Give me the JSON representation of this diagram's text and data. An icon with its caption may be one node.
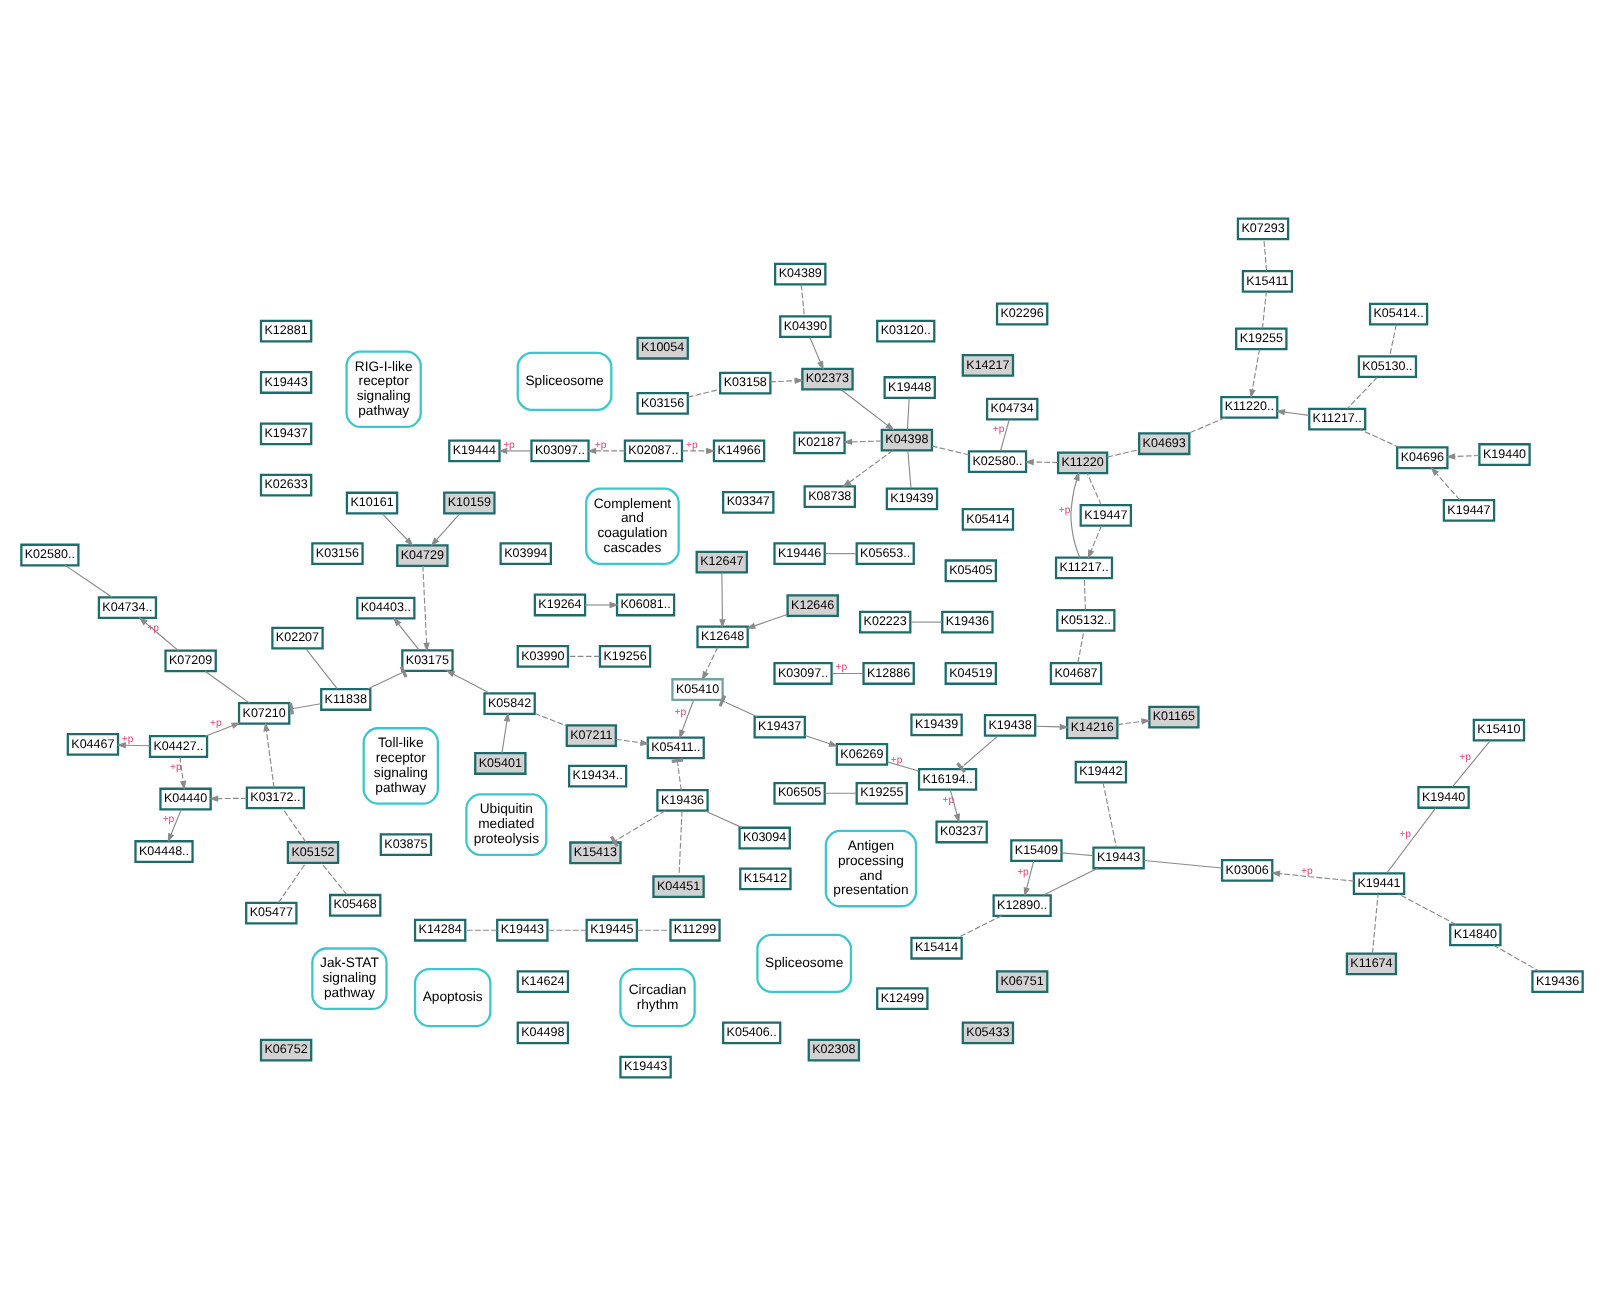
{
  "diagram": {
    "nodes": [
      {
        "text": [
          "K05468"
        ]
      },
      {
        "text": [
          "K05477"
        ]
      },
      {
        "text": [
          "K05152"
        ]
      },
      {
        "text": [
          "K06081.."
        ]
      },
      {
        "text": [
          "K03172.."
        ]
      },
      {
        "text": [
          "K19434.."
        ]
      },
      {
        "text": [
          "K19264"
        ]
      },
      {
        "text": [
          "K19255"
        ]
      },
      {
        "text": [
          "K19256"
        ]
      },
      {
        "text": [
          "K15411"
        ]
      },
      {
        "text": [
          "K07293"
        ]
      },
      {
        "text": [
          "K03990"
        ]
      },
      {
        "text": [
          "K10159"
        ]
      },
      {
        "text": [
          "K04729"
        ]
      },
      {
        "text": [
          "K10161"
        ]
      },
      {
        "text": [
          "K05401"
        ]
      },
      {
        "text": [
          "K03994"
        ]
      },
      {
        "text": [
          "K15412"
        ]
      },
      {
        "text": [
          "Complement and coagulation cascades"
        ]
      },
      {
        "text": [
          "K03175"
        ]
      },
      {
        "text": [
          "K05842"
        ]
      },
      {
        "text": [
          "K04440"
        ]
      },
      {
        "text": [
          "K04448.."
        ]
      },
      {
        "text": [
          "K07209"
        ]
      },
      {
        "text": [
          "K04467"
        ]
      },
      {
        "text": [
          "K07210"
        ]
      },
      {
        "text": [
          "K04734.."
        ]
      },
      {
        "text": [
          "K02580.."
        ]
      },
      {
        "text": [
          "K04427.."
        ]
      },
      {
        "text": [
          "K04403.."
        ]
      },
      {
        "text": [
          "K11838"
        ]
      },
      {
        "text": [
          "K19436"
        ]
      },
      {
        "text": [
          "K03094"
        ]
      },
      {
        "text": [
          "K03347"
        ]
      },
      {
        "text": [
          "K02207"
        ]
      },
      {
        "text": [
          "K03875"
        ]
      },
      {
        "text": [
          "Toll-like receptor signaling pathway"
        ]
      },
      {
        "text": [
          "K07211"
        ]
      },
      {
        "text": [
          "K05411.."
        ]
      },
      {
        "text": [
          "K12646"
        ]
      },
      {
        "text": [
          "K12647"
        ]
      },
      {
        "text": [
          "K12648"
        ]
      },
      {
        "text": [
          "K05410"
        ]
      },
      {
        "text": [
          "K19437"
        ]
      },
      {
        "text": [
          "K06269"
        ]
      },
      {
        "text": [
          "K16194.."
        ]
      },
      {
        "text": [
          "K03237"
        ]
      },
      {
        "text": [
          "K19438"
        ]
      },
      {
        "text": [
          "K14216"
        ]
      },
      {
        "text": [
          "K01165"
        ]
      },
      {
        "text": [
          "Ubiquitin mediated proteolysis"
        ]
      },
      {
        "text": [
          "RIG-I-like receptor signaling pathway"
        ]
      },
      {
        "text": [
          "K14840"
        ]
      },
      {
        "text": [
          "K11674"
        ]
      },
      {
        "text": [
          "K19436"
        ]
      },
      {
        "text": [
          "K15410"
        ]
      },
      {
        "text": [
          "K19441"
        ]
      },
      {
        "text": [
          "K19439"
        ]
      },
      {
        "text": [
          "K19440"
        ]
      },
      {
        "text": [
          "K03097.."
        ]
      },
      {
        "text": [
          "K02087.."
        ]
      },
      {
        "text": [
          "K19444"
        ]
      },
      {
        "text": [
          "K14966"
        ]
      },
      {
        "text": [
          "K14624"
        ]
      },
      {
        "text": [
          "K12499"
        ]
      },
      {
        "text": [
          "K03156"
        ]
      },
      {
        "text": [
          "K04519"
        ]
      },
      {
        "text": [
          "K05405"
        ]
      },
      {
        "text": [
          "K05406.."
        ]
      },
      {
        "text": [
          "K05433"
        ]
      },
      {
        "text": [
          "K05414"
        ]
      },
      {
        "text": [
          "K14217"
        ]
      },
      {
        "text": [
          "K15409"
        ]
      },
      {
        "text": [
          "K12890.."
        ]
      },
      {
        "text": [
          "Spliceosome"
        ]
      },
      {
        "text": [
          "K19442"
        ]
      },
      {
        "text": [
          "K19443"
        ]
      },
      {
        "text": [
          "K03006"
        ]
      },
      {
        "text": [
          "K10054"
        ]
      },
      {
        "text": [
          "K15413"
        ]
      },
      {
        "text": [
          "K04498"
        ]
      },
      {
        "text": [
          "K04451"
        ]
      },
      {
        "text": [
          "K02308"
        ]
      },
      {
        "text": [
          "K19445"
        ]
      },
      {
        "text": [
          "K03120.."
        ]
      },
      {
        "text": [
          "K11299"
        ]
      },
      {
        "text": [
          "K19443"
        ]
      },
      {
        "text": [
          "K12881"
        ]
      },
      {
        "text": [
          "K14284"
        ]
      },
      {
        "text": [
          "Spliceosome"
        ]
      },
      {
        "text": [
          "K15414"
        ]
      },
      {
        "text": [
          "K12886"
        ]
      },
      {
        "text": [
          "K03097.."
        ]
      },
      {
        "text": [
          "K19443"
        ]
      },
      {
        "text": [
          "K19437"
        ]
      },
      {
        "text": [
          "K02633"
        ]
      },
      {
        "text": [
          "Circadian rhythm"
        ]
      },
      {
        "text": [
          "K19255"
        ]
      },
      {
        "text": [
          "K06505"
        ]
      },
      {
        "text": [
          "K06752"
        ]
      },
      {
        "text": [
          "Antigen processing and presentation"
        ]
      },
      {
        "text": [
          "K19443"
        ]
      },
      {
        "text": [
          "K04696"
        ]
      },
      {
        "text": [
          "K19447"
        ]
      },
      {
        "text": [
          "K19440"
        ]
      },
      {
        "text": [
          "Jak-STAT signaling pathway"
        ]
      },
      {
        "text": [
          "K05414.."
        ]
      },
      {
        "text": [
          "K04687"
        ]
      },
      {
        "text": [
          "K05130.."
        ]
      },
      {
        "text": [
          "K05132.."
        ]
      },
      {
        "text": [
          "K11217.."
        ]
      },
      {
        "text": [
          "K11217.."
        ]
      },
      {
        "text": [
          "K11220.."
        ]
      },
      {
        "text": [
          "K11220"
        ]
      },
      {
        "text": [
          "K04693"
        ]
      },
      {
        "text": [
          "K05653.."
        ]
      },
      {
        "text": [
          "K19446"
        ]
      },
      {
        "text": [
          "K06751"
        ]
      },
      {
        "text": [
          "K19447"
        ]
      },
      {
        "text": [
          "K19448"
        ]
      },
      {
        "text": [
          "K19439"
        ]
      },
      {
        "text": [
          "K02187"
        ]
      },
      {
        "text": [
          "K04389"
        ]
      },
      {
        "text": [
          "K04390"
        ]
      },
      {
        "text": [
          "K03156"
        ]
      },
      {
        "text": [
          "K03158"
        ]
      },
      {
        "text": [
          "K02373"
        ]
      },
      {
        "text": [
          "K04398"
        ]
      },
      {
        "text": [
          "K08738"
        ]
      },
      {
        "text": [
          "Apoptosis"
        ]
      },
      {
        "text": [
          "K02580.."
        ]
      },
      {
        "text": [
          "K04734"
        ]
      },
      {
        "text": [
          "K19436"
        ]
      },
      {
        "text": [
          "K02296"
        ]
      },
      {
        "text": [
          "K02223"
        ]
      }
    ],
    "edges": [
      {
        "from": 0,
        "to": 2,
        "arrow": "none",
        "style": "dashed"
      },
      {
        "from": 1,
        "to": 2,
        "arrow": "none",
        "style": "dashed"
      },
      {
        "from": 2,
        "to": 4,
        "arrow": "none",
        "style": "dashed"
      },
      {
        "from": 4,
        "to": 21,
        "arrow": "to",
        "style": "dashed"
      },
      {
        "from": 4,
        "to": 25,
        "arrow": "to",
        "style": "dashed"
      },
      {
        "from": 6,
        "to": 3,
        "arrow": "to"
      },
      {
        "from": 7,
        "to": 9,
        "arrow": "none",
        "style": "dashed"
      },
      {
        "from": 9,
        "to": 10,
        "arrow": "none",
        "style": "dashed"
      },
      {
        "from": 8,
        "to": 11,
        "arrow": "none",
        "style": "dashed"
      },
      {
        "from": 7,
        "to": 112,
        "arrow": "to",
        "style": "dashed"
      },
      {
        "from": 12,
        "to": 13,
        "arrow": "to"
      },
      {
        "from": 14,
        "to": 13,
        "arrow": "to"
      },
      {
        "from": 15,
        "to": 20,
        "arrow": "to"
      },
      {
        "from": 13,
        "to": 19,
        "arrow": "to",
        "style": "dashed"
      },
      {
        "from": 30,
        "to": 19,
        "arrow": "other"
      },
      {
        "from": 20,
        "to": 19,
        "arrow": "to"
      },
      {
        "from": 19,
        "to": 29,
        "arrow": "to"
      },
      {
        "from": 20,
        "to": 37,
        "arrow": "none",
        "style": "dashed"
      },
      {
        "from": 37,
        "to": 38,
        "arrow": "to",
        "style": "dashed"
      },
      {
        "from": 42,
        "to": 38,
        "arrow": "to",
        "label": "+p"
      },
      {
        "from": 39,
        "to": 41,
        "arrow": "to"
      },
      {
        "from": 40,
        "to": 41,
        "arrow": "to"
      },
      {
        "from": 41,
        "to": 42,
        "arrow": "to",
        "style": "dashed"
      },
      {
        "from": 43,
        "to": 42,
        "arrow": "other"
      },
      {
        "from": 43,
        "to": 44,
        "arrow": "to"
      },
      {
        "from": 45,
        "to": 44,
        "arrow": "none",
        "label": "+p"
      },
      {
        "from": 45,
        "to": 46,
        "arrow": "to",
        "label": "+p"
      },
      {
        "from": 47,
        "to": 45,
        "arrow": "other"
      },
      {
        "from": 47,
        "to": 48,
        "arrow": "to"
      },
      {
        "from": 48,
        "to": 49,
        "arrow": "to",
        "style": "dashed"
      },
      {
        "from": 21,
        "to": 22,
        "arrow": "to",
        "label": "+p"
      },
      {
        "from": 28,
        "to": 21,
        "arrow": "to",
        "style": "dashed",
        "label": "+p"
      },
      {
        "from": 28,
        "to": 24,
        "arrow": "to",
        "label": "+p"
      },
      {
        "from": 28,
        "to": 25,
        "arrow": "to",
        "label": "+p"
      },
      {
        "from": 23,
        "to": 26,
        "arrow": "to",
        "label": "+p"
      },
      {
        "from": 23,
        "to": 25,
        "arrow": "none"
      },
      {
        "from": 26,
        "to": 27,
        "arrow": "none"
      },
      {
        "from": 30,
        "to": 25,
        "arrow": "other"
      },
      {
        "from": 30,
        "to": 34,
        "arrow": "none"
      },
      {
        "from": 31,
        "to": 32,
        "arrow": "none"
      },
      {
        "from": 31,
        "to": 38,
        "arrow": "other",
        "style": "dashed"
      },
      {
        "from": 31,
        "to": 79,
        "arrow": "other",
        "style": "dashed"
      },
      {
        "from": 52,
        "to": 56,
        "arrow": "none",
        "style": "dashed"
      },
      {
        "from": 31,
        "to": 81,
        "arrow": "none",
        "style": "dashed"
      },
      {
        "from": 52,
        "to": 54,
        "arrow": "none",
        "style": "dashed"
      },
      {
        "from": 55,
        "to": 58,
        "arrow": "none",
        "label": "+p"
      },
      {
        "from": 53,
        "to": 56,
        "arrow": "none",
        "style": "dashed"
      },
      {
        "from": 56,
        "to": 77,
        "arrow": "to",
        "style": "dashed",
        "label": "+p"
      },
      {
        "from": 58,
        "to": 56,
        "arrow": "none",
        "label": "+p"
      },
      {
        "from": 72,
        "to": 73,
        "arrow": "to",
        "label": "+p"
      },
      {
        "from": 72,
        "to": 76,
        "arrow": "none"
      },
      {
        "from": 73,
        "to": 76,
        "arrow": "none"
      },
      {
        "from": 75,
        "to": 76,
        "arrow": "none",
        "style": "dashed"
      },
      {
        "from": 76,
        "to": 77,
        "arrow": "none"
      },
      {
        "from": 73,
        "to": 90,
        "arrow": "none",
        "style": "dashed"
      },
      {
        "from": 83,
        "to": 85,
        "arrow": "none",
        "style": "dashed"
      },
      {
        "from": 83,
        "to": 86,
        "arrow": "none",
        "style": "dashed"
      },
      {
        "from": 86,
        "to": 88,
        "arrow": "none",
        "style": "dashed"
      },
      {
        "from": 91,
        "to": 92,
        "arrow": "none",
        "label": "+p"
      },
      {
        "from": 59,
        "to": 61,
        "arrow": "to",
        "label": "+p"
      },
      {
        "from": 60,
        "to": 59,
        "arrow": "to",
        "style": "dashed",
        "label": "+p"
      },
      {
        "from": 60,
        "to": 62,
        "arrow": "to",
        "style": "dashed",
        "label": "+p"
      },
      {
        "from": 97,
        "to": 98,
        "arrow": "none"
      },
      {
        "from": 103,
        "to": 102,
        "arrow": "to",
        "style": "dashed"
      },
      {
        "from": 104,
        "to": 102,
        "arrow": "to",
        "style": "dashed"
      },
      {
        "from": 102,
        "to": 110,
        "arrow": "none",
        "style": "dashed"
      },
      {
        "from": 106,
        "to": 108,
        "arrow": "none",
        "style": "dashed"
      },
      {
        "from": 107,
        "to": 109,
        "arrow": "none",
        "style": "dashed"
      },
      {
        "from": 108,
        "to": 110,
        "arrow": "none",
        "style": "dashed"
      },
      {
        "from": 109,
        "to": 111,
        "arrow": "none",
        "style": "dashed"
      },
      {
        "from": 110,
        "to": 112,
        "arrow": "to"
      },
      {
        "from": 111,
        "to": 113,
        "arrow": "to",
        "label": "+p"
      },
      {
        "from": 118,
        "to": 111,
        "arrow": "to",
        "style": "dashed"
      },
      {
        "from": 118,
        "to": 113,
        "arrow": "none",
        "style": "dashed"
      },
      {
        "from": 112,
        "to": 114,
        "arrow": "none",
        "style": "dashed"
      },
      {
        "from": 113,
        "to": 114,
        "arrow": "none",
        "style": "dashed"
      },
      {
        "from": 113,
        "to": 130,
        "arrow": "to",
        "style": "dashed"
      },
      {
        "from": 119,
        "to": 127,
        "arrow": "none"
      },
      {
        "from": 120,
        "to": 127,
        "arrow": "none"
      },
      {
        "from": 126,
        "to": 127,
        "arrow": "to"
      },
      {
        "from": 123,
        "to": 126,
        "arrow": "to"
      },
      {
        "from": 125,
        "to": 126,
        "arrow": "to",
        "style": "dashed"
      },
      {
        "from": 122,
        "to": 123,
        "arrow": "none",
        "style": "dashed"
      },
      {
        "from": 124,
        "to": 125,
        "arrow": "none",
        "style": "dashed"
      },
      {
        "from": 127,
        "to": 121,
        "arrow": "to",
        "style": "dashed"
      },
      {
        "from": 127,
        "to": 128,
        "arrow": "to",
        "style": "dashed"
      },
      {
        "from": 127,
        "to": 130,
        "arrow": "none",
        "style": "dashed"
      },
      {
        "from": 130,
        "to": 131,
        "arrow": "none",
        "label": "+p"
      },
      {
        "from": 115,
        "to": 116,
        "arrow": "none"
      },
      {
        "from": 132,
        "to": 134,
        "arrow": "none"
      }
    ]
  }
}
